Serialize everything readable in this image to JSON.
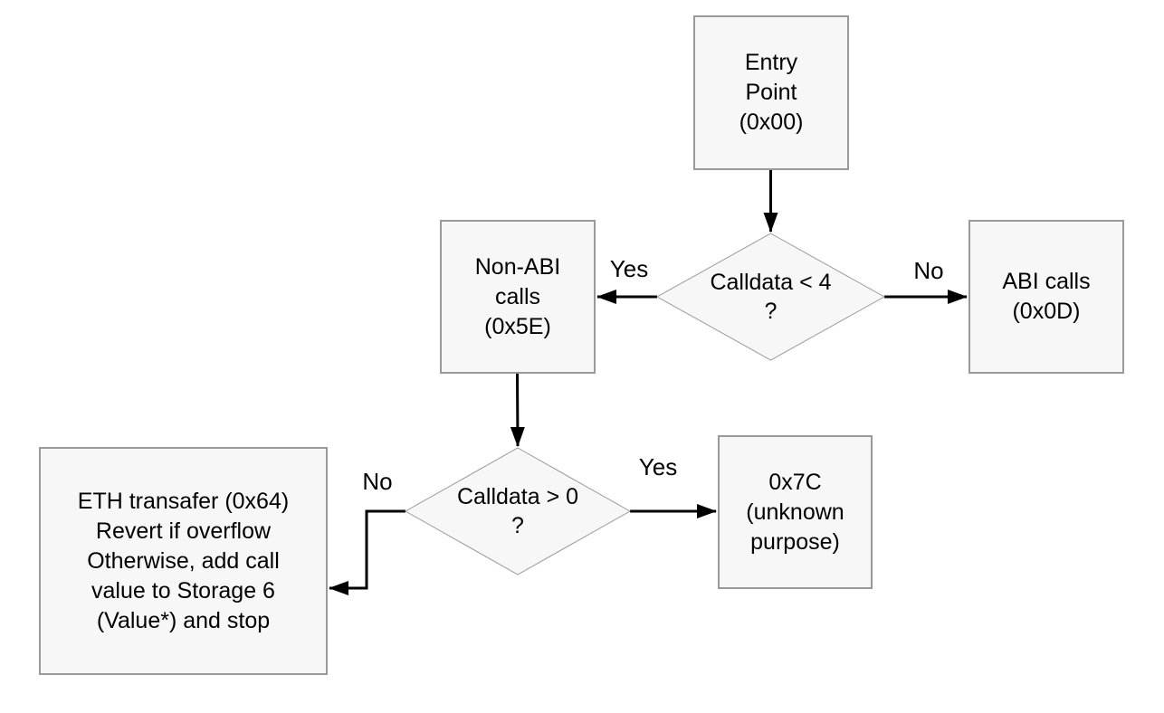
{
  "colors": {
    "canvas_bg": "#ffffff",
    "node_fill": "#f7f7f7",
    "node_border": "#999999",
    "arrow_color": "#000000",
    "text_color": "#000000"
  },
  "nodes": {
    "entry": {
      "label": "Entry\nPoint\n(0x00)"
    },
    "decision_calldata_lt_4": {
      "label": "Calldata < 4\n?"
    },
    "non_abi": {
      "label": "Non-ABI\ncalls\n(0x5E)"
    },
    "abi": {
      "label": "ABI calls\n(0x0D)"
    },
    "decision_calldata_gt_0": {
      "label": "Calldata > 0\n?"
    },
    "unknown": {
      "label": "0x7C\n(unknown\npurpose)"
    },
    "eth": {
      "label": "ETH transafer (0x64)\nRevert if overflow\nOtherwise, add call\nvalue to Storage 6\n(Value*) and stop"
    }
  },
  "edges": [
    {
      "from": "entry-point",
      "to": "decision-calldata-lt-4",
      "label": ""
    },
    {
      "from": "decision-calldata-lt-4",
      "to": "non-abi-calls",
      "label": "Yes"
    },
    {
      "from": "decision-calldata-lt-4",
      "to": "abi-calls",
      "label": "No"
    },
    {
      "from": "non-abi-calls",
      "to": "decision-calldata-gt-0",
      "label": ""
    },
    {
      "from": "decision-calldata-gt-0",
      "to": "unknown-0x7c",
      "label": "Yes"
    },
    {
      "from": "decision-calldata-gt-0",
      "to": "eth-transfer",
      "label": "No"
    }
  ]
}
